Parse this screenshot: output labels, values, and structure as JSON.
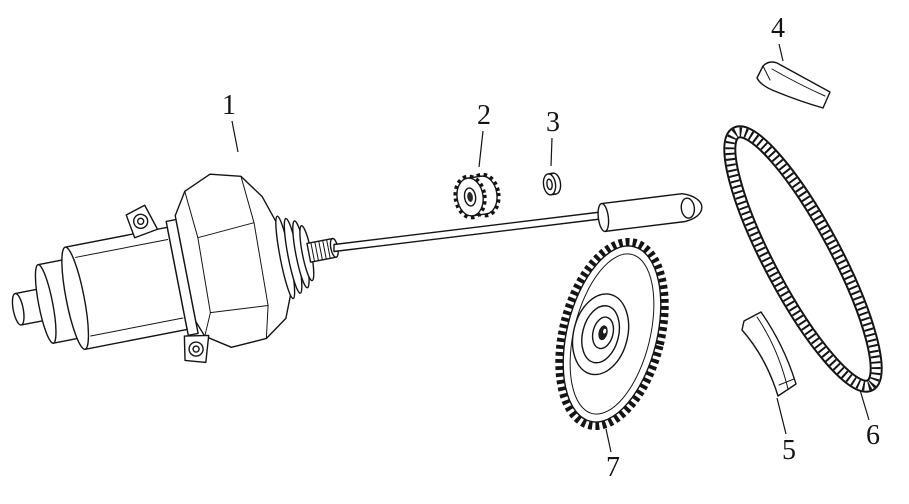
{
  "diagram": {
    "background_color": "#ffffff",
    "line_color": "#141414",
    "callouts": [
      {
        "label": "1",
        "part": "starter-motor-assembly"
      },
      {
        "label": "2",
        "part": "small-drive-sprocket"
      },
      {
        "label": "3",
        "part": "retaining-washer"
      },
      {
        "label": "4",
        "part": "upper-chain-guide"
      },
      {
        "label": "5",
        "part": "lower-chain-guide"
      },
      {
        "label": "6",
        "part": "drive-chain"
      },
      {
        "label": "7",
        "part": "large-driven-sprocket"
      }
    ]
  }
}
